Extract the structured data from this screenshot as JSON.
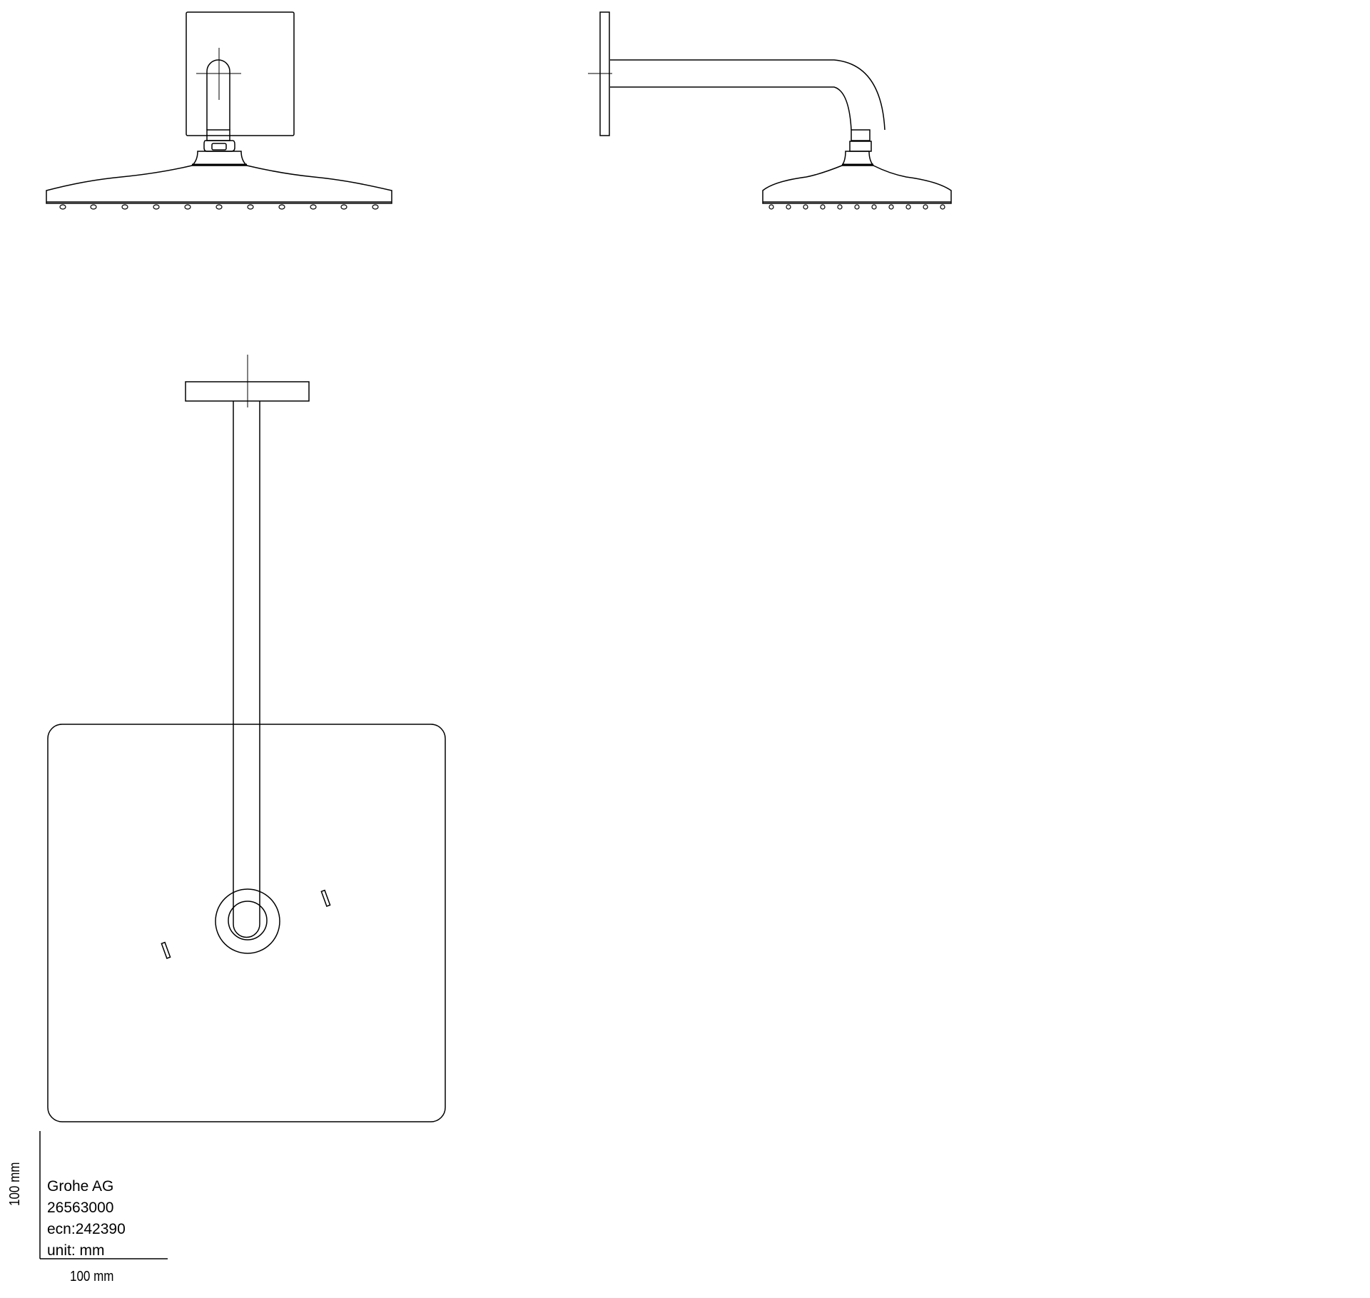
{
  "drawing": {
    "title_block": {
      "manufacturer": "Grohe AG",
      "part_number": "26563000",
      "ecn": "ecn:242390",
      "unit": "unit: mm"
    },
    "scale_bar": {
      "horizontal_label": "100 mm",
      "vertical_label": "100 mm"
    },
    "views": [
      {
        "name": "front-view",
        "description": "Shower head with square wall plate and arm, front elevation"
      },
      {
        "name": "side-view",
        "description": "Wall plate with horizontal shower arm bending down to shower head"
      },
      {
        "name": "top-view",
        "description": "Square rain shower head with arm and ceiling/wall flange from above"
      }
    ],
    "colors": {
      "line": "#000000",
      "background": "#ffffff"
    }
  }
}
